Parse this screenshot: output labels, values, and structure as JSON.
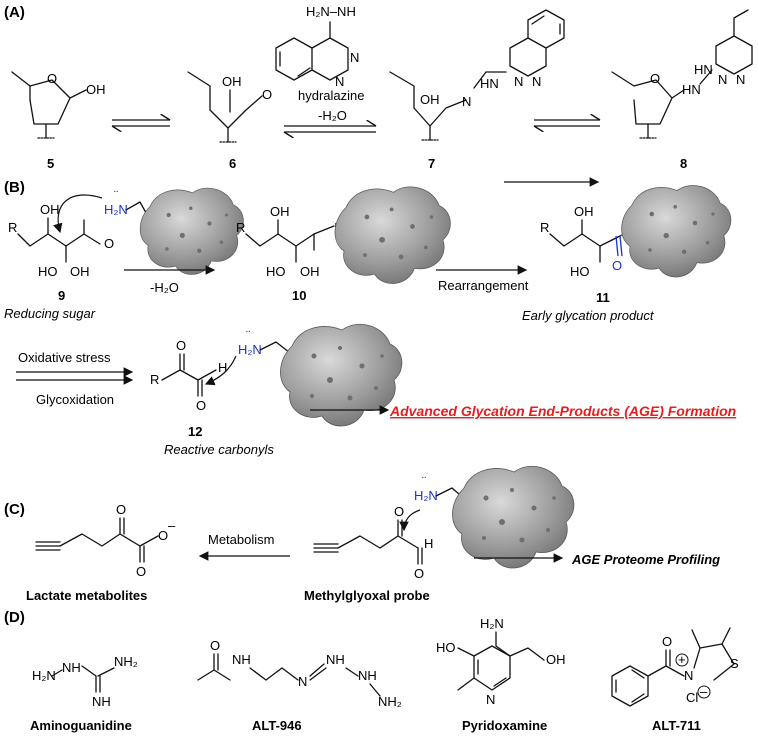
{
  "panels": {
    "a": "(A)",
    "b": "(B)",
    "c": "(C)",
    "d": "(D)"
  },
  "atoms": {
    "oh": "OH",
    "o": "O",
    "n": "N",
    "h": "H",
    "hn": "HN",
    "nh": "NH",
    "h2n": "H₂N",
    "h2n_hydralazine": "H₂N–NH",
    "nh2": "NH₂",
    "r": "R",
    "ho": "HO",
    "s": "S",
    "cl": "Cl",
    "o_minus": "–",
    "plus": "+",
    "minus": "–",
    "lone_pair": "¨"
  },
  "panel_a": {
    "reagent": "hydralazine",
    "condition": "-H₂O",
    "compounds": [
      "5",
      "6",
      "7",
      "8"
    ]
  },
  "panel_b": {
    "cond_minus_water": "-H₂O",
    "rearrangement": "Rearrangement",
    "compounds": [
      "9",
      "10",
      "11",
      "12"
    ],
    "captions": {
      "reducing_sugar": "Reducing sugar",
      "early_product": "Early glycation product",
      "reactive_carbonyls": "Reactive carbonyls"
    },
    "oxidative_stress": "Oxidative stress",
    "glycoxidation": "Glycoxidation",
    "age_title_parts": [
      {
        "cap": "A",
        "rest": "dvanced "
      },
      {
        "cap": "G",
        "rest": "lycation "
      },
      {
        "cap": "E",
        "rest": "nd-Products (AGE) Formation"
      }
    ]
  },
  "panel_c": {
    "metabolism": "Metabolism",
    "lactate": "Lactate metabolites",
    "probe": "Methylglyoxal probe",
    "profiling": "AGE Proteome Profiling"
  },
  "panel_d": {
    "names": [
      "Aminoguanidine",
      "ALT-946",
      "Pyridoxamine",
      "ALT-711"
    ]
  },
  "colors": {
    "accent_red": "#e41e1e",
    "accent_blue": "#1a33cc",
    "protein_gray": "#8c8c8c"
  }
}
